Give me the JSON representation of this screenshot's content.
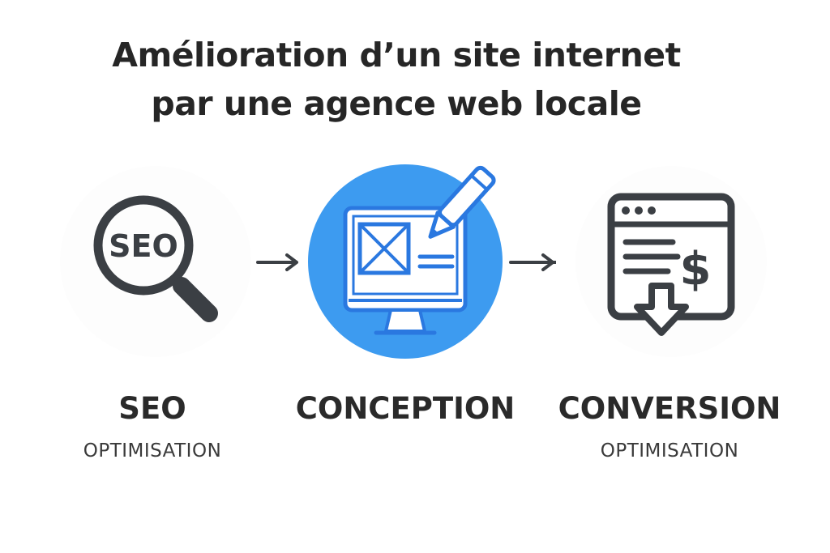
{
  "title": {
    "line1": "Amélioration d’un site internet",
    "line2": "par une agence web locale"
  },
  "steps": [
    {
      "label": "SEO",
      "sublabel": "OPTIMISATION",
      "icon": "seo-magnifier-icon"
    },
    {
      "label": "CONCEPTION",
      "sublabel": "",
      "icon": "monitor-pencil-icon"
    },
    {
      "label": "CONVERSION",
      "sublabel": "OPTIMISATION",
      "icon": "browser-dollar-icon"
    }
  ],
  "seo_badge_text": "SEO",
  "dollar_sign": "$",
  "colors": {
    "accent_blue": "#3d9bf0",
    "icon_dark": "#3b3f44",
    "icon_blue": "#2a78e0",
    "text": "#2a2a2a"
  }
}
